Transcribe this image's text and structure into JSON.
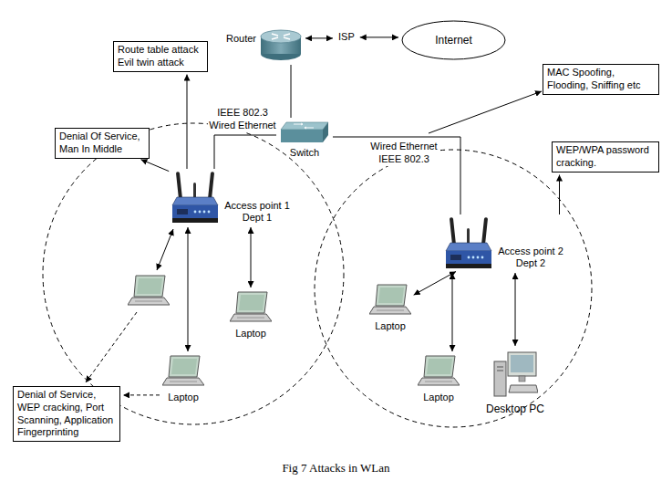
{
  "diagram": {
    "caption": "Fig 7 Attacks in WLan",
    "nodes": [
      {
        "text": [
          "Route table attack Evil twin attack"
        ]
      },
      {
        "text": [
          "Router"
        ]
      },
      {
        "text": [
          "ISP"
        ]
      },
      {
        "text": [
          "Internet"
        ]
      },
      {
        "text": [
          "MAC Spoofing, Flooding, Sniffing etc"
        ]
      },
      {
        "text": [
          "Denial Of Service, Man In Middle"
        ]
      },
      {
        "text": [
          "Switch"
        ]
      },
      {
        "text": [
          "WEP/WPA password cracking."
        ]
      },
      {
        "text": [
          "Access point 1 Dept 1"
        ]
      },
      {
        "text": [
          "Access point 2 Dept 2"
        ]
      },
      {
        "text": [
          "Laptop"
        ]
      },
      {
        "text": [
          "Laptop"
        ]
      },
      {
        "text": [
          "Laptop"
        ]
      },
      {
        "text": [
          "Laptop"
        ]
      },
      {
        "text": [
          "Desktop PC"
        ]
      },
      {
        "text": [
          "Denial of Service, WEP cracking, Port Scanning, Application Fingerprinting"
        ]
      }
    ],
    "edges": [
      {
        "from": 1,
        "to": 2,
        "arrow": "both"
      },
      {
        "from": 2,
        "to": 3,
        "arrow": "both"
      },
      {
        "from": 1,
        "to": 6,
        "arrow": "none"
      },
      {
        "from": 6,
        "to": 8,
        "arrow": "none",
        "label": "IEEE 802.3 Wired Ethernet"
      },
      {
        "from": 6,
        "to": 9,
        "arrow": "none",
        "label": "Wired Ethernet IEEE 802.3"
      },
      {
        "from": 8,
        "to": 0,
        "arrow": "to"
      },
      {
        "from": 8,
        "to": 5,
        "arrow": "to"
      },
      {
        "from": 9,
        "to": 7,
        "arrow": "to"
      },
      {
        "from": 8,
        "to": 10,
        "arrow": "both"
      },
      {
        "from": 8,
        "to": 11,
        "arrow": "both"
      },
      {
        "from": 9,
        "to": 12,
        "arrow": "both"
      },
      {
        "from": 9,
        "to": 13,
        "arrow": "both"
      },
      {
        "from": 9,
        "to": 14,
        "arrow": "both"
      },
      {
        "from": 11,
        "to": 15,
        "arrow": "to"
      }
    ]
  }
}
